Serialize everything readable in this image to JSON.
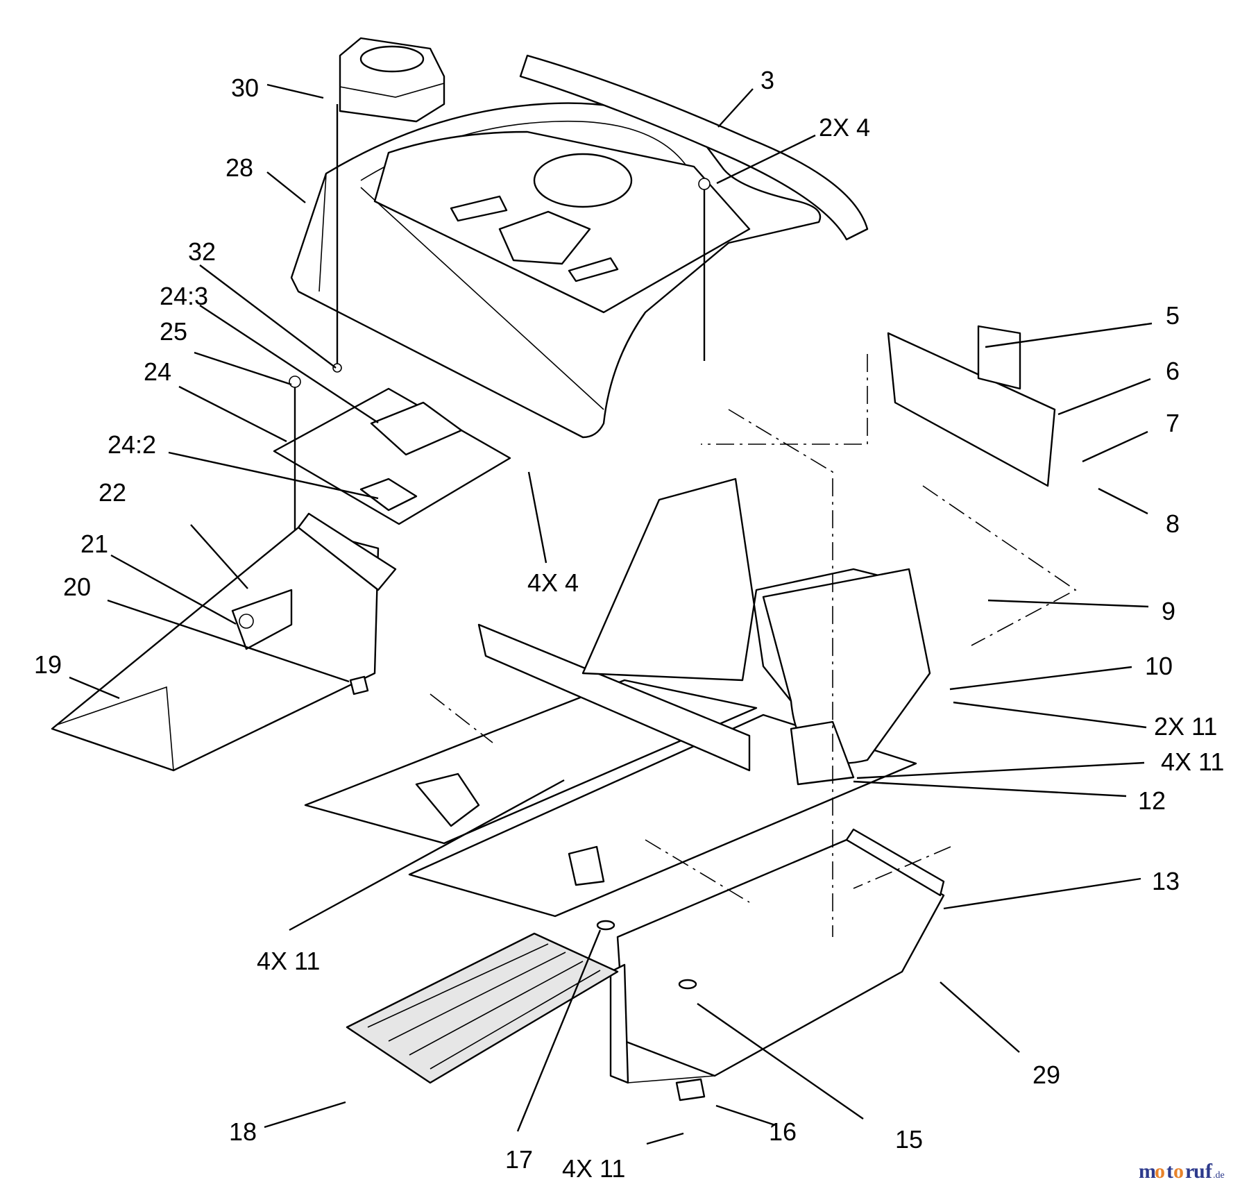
{
  "labels": {
    "l30": "30",
    "l3": "3",
    "l2x4": "2X 4",
    "l28": "28",
    "l32": "32",
    "l24_3": "24:3",
    "l25": "25",
    "l24": "24",
    "l24_2": "24:2",
    "l22": "22",
    "l21": "21",
    "l20": "20",
    "l19": "19",
    "l4x4": "4X 4",
    "l5": "5",
    "l6": "6",
    "l7": "7",
    "l8": "8",
    "l9": "9",
    "l10": "10",
    "l2x11": "2X 11",
    "l4x11a": "4X 11",
    "l12": "12",
    "l13": "13",
    "l4x11b": "4X 11",
    "l29": "29",
    "l18": "18",
    "l17": "17",
    "l16": "16",
    "l15": "15",
    "l4x11c": "4X 11"
  },
  "watermark": {
    "m": "m",
    "o1": "o",
    "t": "t",
    "o2": "o",
    "r": "r",
    "u": "u",
    "f": "f",
    "tld": ".de"
  },
  "colors": {
    "line": "#000000",
    "watermark_blue": "#2d3a8c",
    "watermark_orange": "#e8832a"
  }
}
